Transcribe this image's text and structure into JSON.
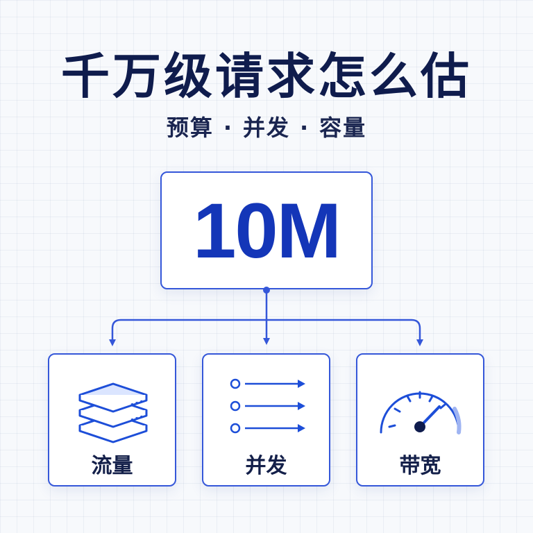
{
  "title": "千万级请求怎么估",
  "subtitle": {
    "items": [
      "预算",
      "并发",
      "容量"
    ],
    "separator": "·"
  },
  "main_box": {
    "value": "10M"
  },
  "cards": [
    {
      "label": "流量",
      "icon": "stacked-layers-icon"
    },
    {
      "label": "并发",
      "icon": "parallel-arrows-icon"
    },
    {
      "label": "带宽",
      "icon": "speedometer-icon"
    }
  ],
  "colors": {
    "accent": "#1436b8",
    "border": "#3557d9",
    "title": "#0f1c4d",
    "background": "#f7f9fc"
  }
}
